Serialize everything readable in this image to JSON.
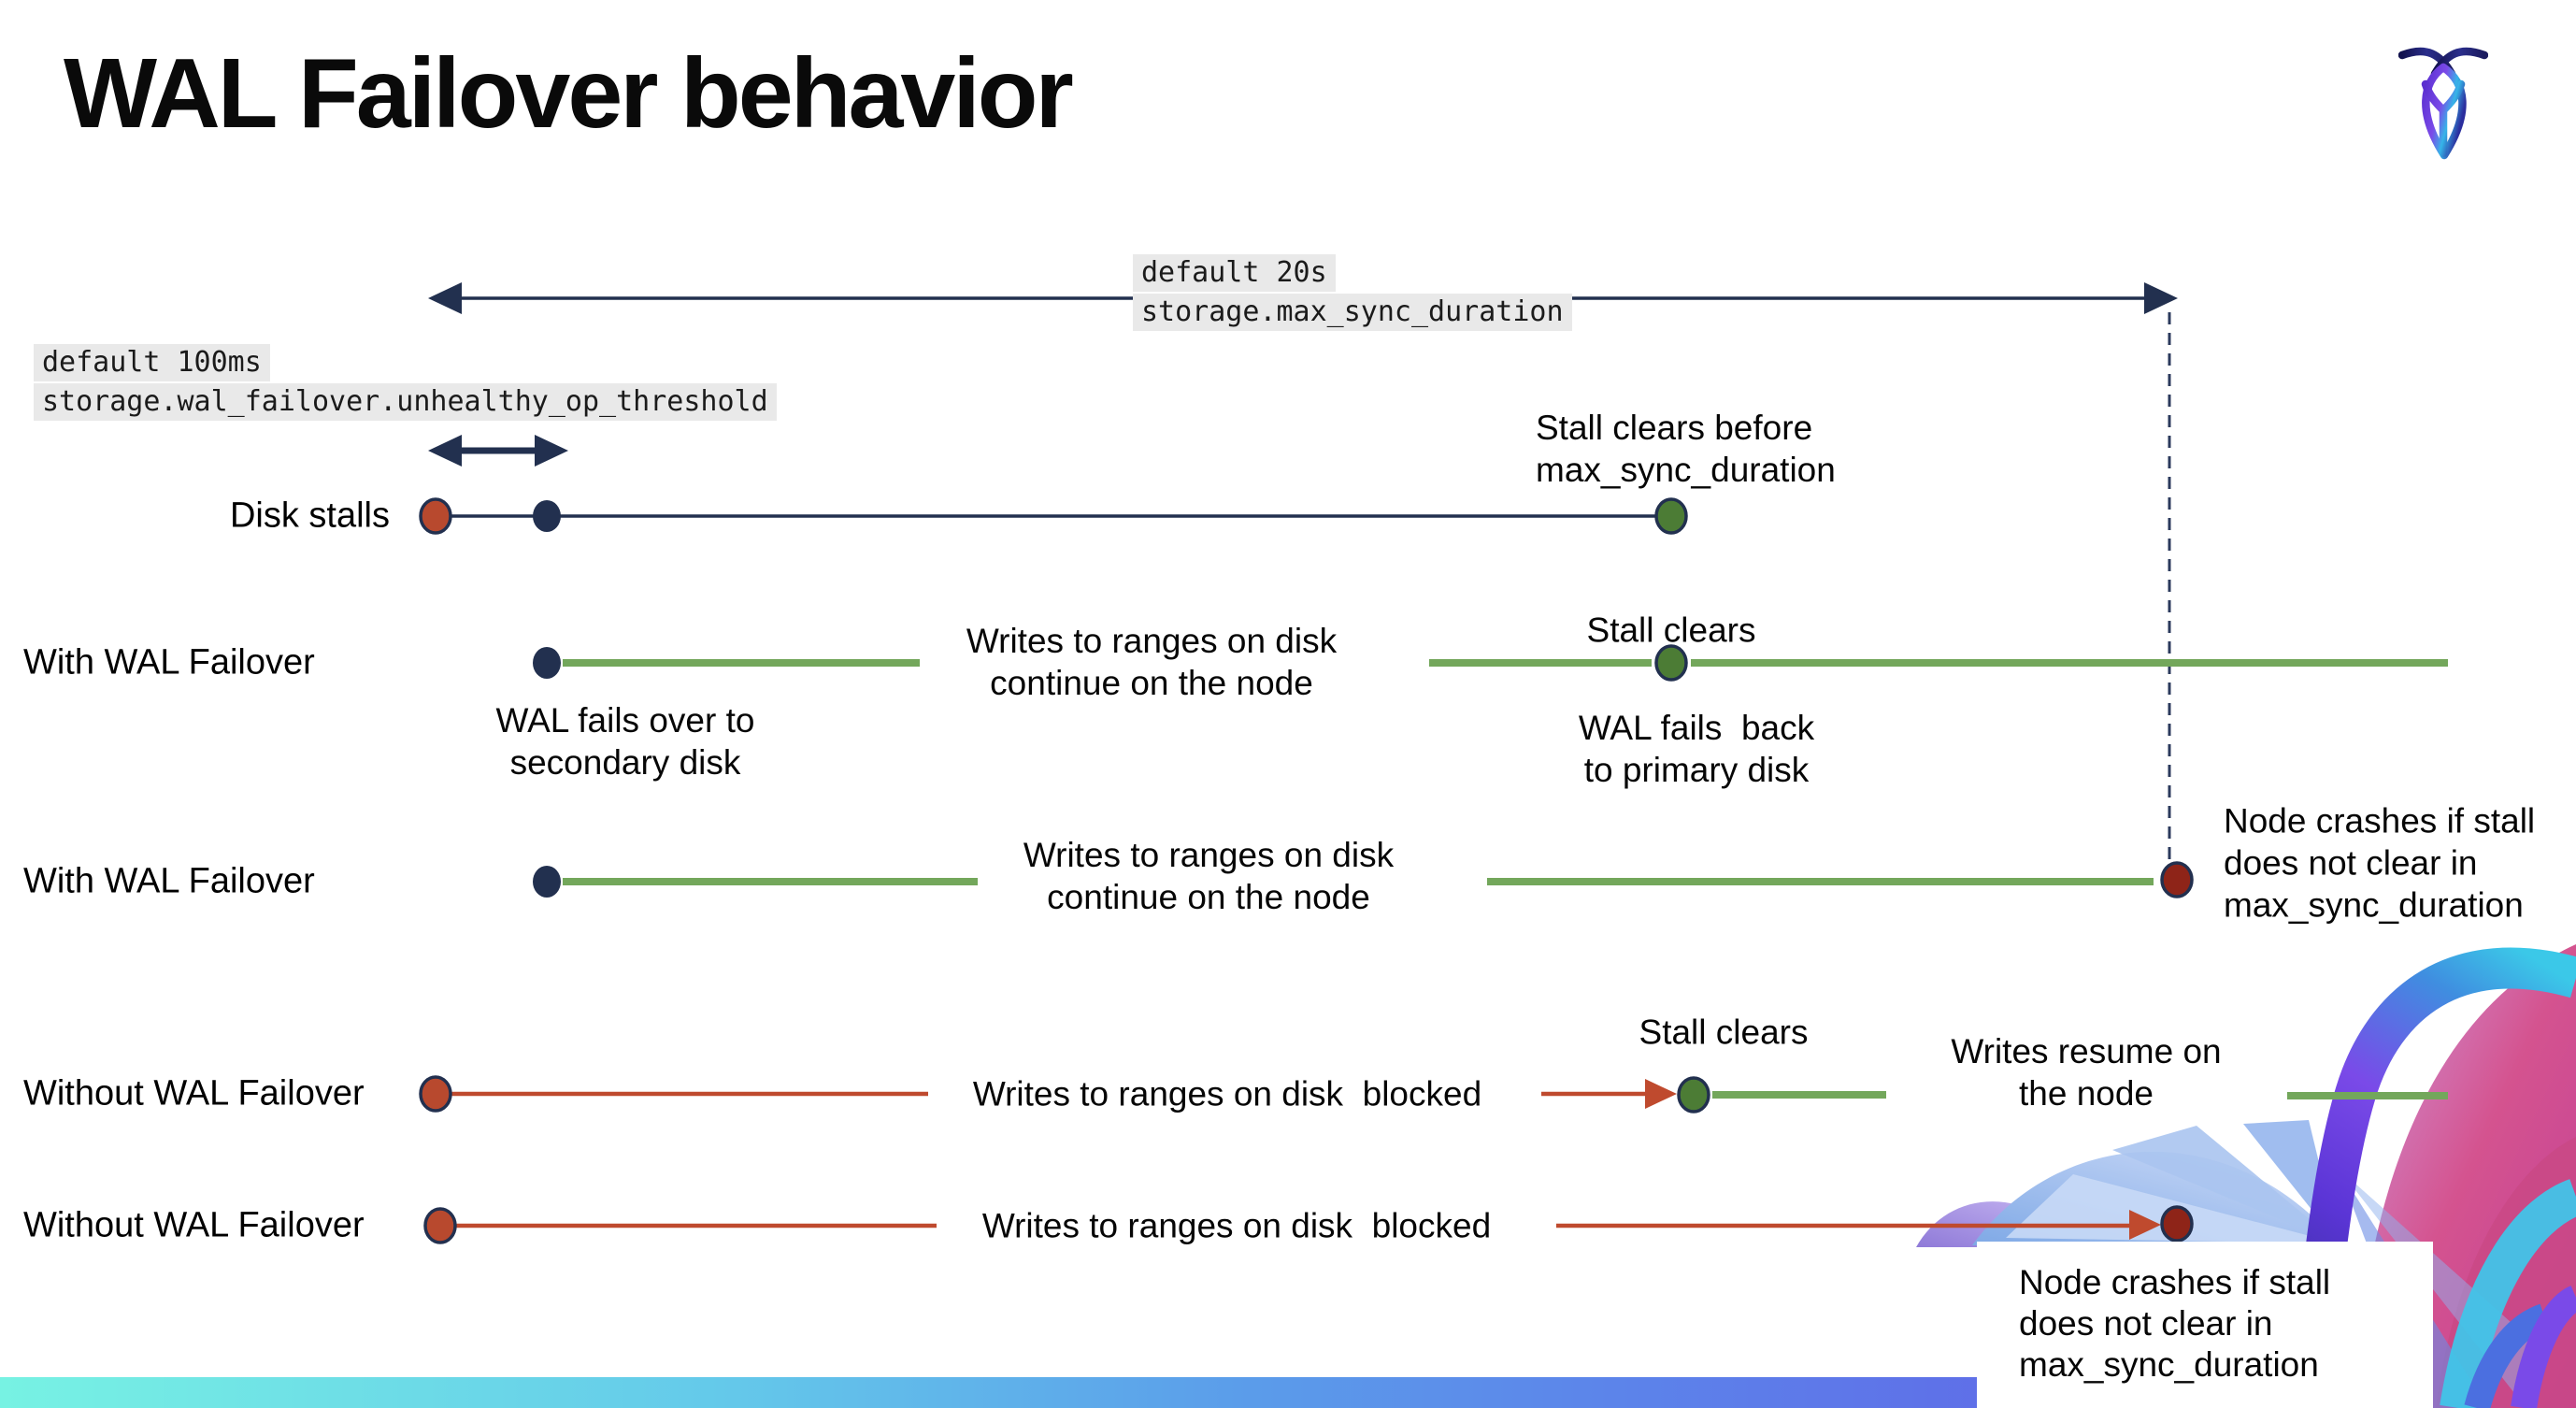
{
  "title": "WAL Failover behavior",
  "icons": {
    "logo": "cockroachdb-logo"
  },
  "code_labels": {
    "max_sync_duration": {
      "line1": "default 20s",
      "line2": "storage.max_sync_duration"
    },
    "unhealthy_op_threshold": {
      "line1": "default 100ms",
      "line2": "storage.wal_failover.unhealthy_op_threshold"
    }
  },
  "rows": {
    "disk_stalls": {
      "label": "Disk stalls",
      "stall_clears_before": "Stall clears before\nmax_sync_duration"
    },
    "with_wal_failover_1": {
      "label": "With WAL Failover",
      "failover_note": "WAL fails over to\nsecondary disk",
      "writes_note": "Writes to ranges on disk\ncontinue on the node",
      "stall_clears": "Stall clears",
      "failback_note": "WAL fails  back\nto primary disk"
    },
    "with_wal_failover_2": {
      "label": "With WAL Failover",
      "writes_note": "Writes to ranges on disk\ncontinue on the node",
      "crash_note": "Node crashes if stall\ndoes not clear in\nmax_sync_duration"
    },
    "without_wal_failover_1": {
      "label": "Without WAL Failover",
      "writes_note": "Writes to ranges on disk  blocked",
      "stall_clears": "Stall clears",
      "resume_note": "Writes resume on\nthe node"
    },
    "without_wal_failover_2": {
      "label": "Without WAL Failover",
      "writes_note": "Writes to ranges on disk  blocked",
      "crash_note": "Node crashes if stall\ndoes not clear in\nmax_sync_duration"
    }
  },
  "colors": {
    "navy": "#22304f",
    "green_line": "#73a75b",
    "green_dot": "#4c7c35",
    "red_line": "#bf4a2e",
    "red_dot": "#b8492e",
    "crash_dot": "#8e2418",
    "code_background": "#e9e9e9",
    "bar_gradient_left": "#77f2e3",
    "bar_gradient_right": "#6a48e2"
  }
}
